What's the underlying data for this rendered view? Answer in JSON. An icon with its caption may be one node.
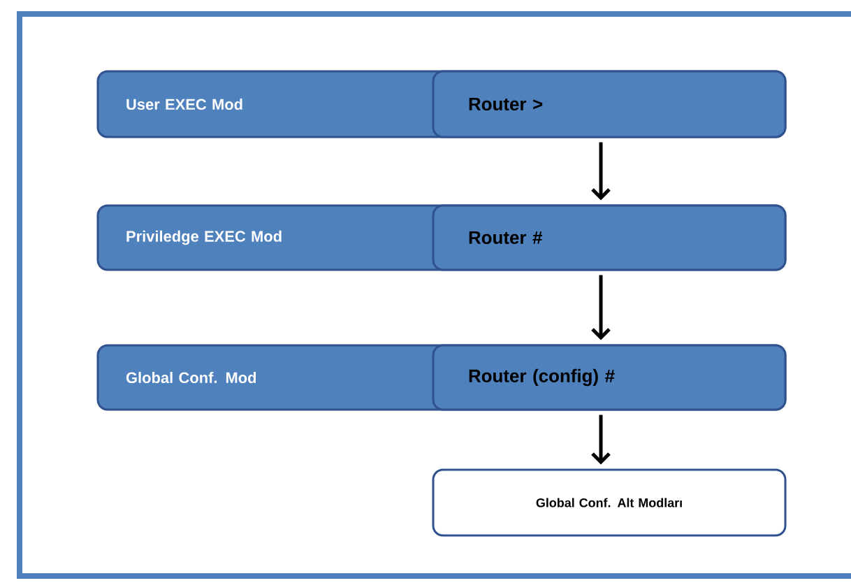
{
  "diagram": {
    "nodes": [
      {
        "text": [
          "User EXEC Mod"
        ]
      },
      {
        "text": [
          "Router >"
        ],
        "in": 0
      },
      {
        "text": [
          "Priviledge  EXEC Mod"
        ]
      },
      {
        "text": [
          "Router #"
        ],
        "in": 2
      },
      {
        "text": [
          "Global  Conf.  Mod"
        ]
      },
      {
        "text": [
          "Router (config) #"
        ],
        "in": 4
      },
      {
        "text": [
          "Global Conf. Alt Modları"
        ]
      }
    ],
    "edges": [
      {
        "from": 1,
        "to": 3,
        "arrow": "to"
      },
      {
        "from": 3,
        "to": 5,
        "arrow": "to"
      },
      {
        "from": 5,
        "to": 6,
        "arrow": "to"
      }
    ]
  }
}
